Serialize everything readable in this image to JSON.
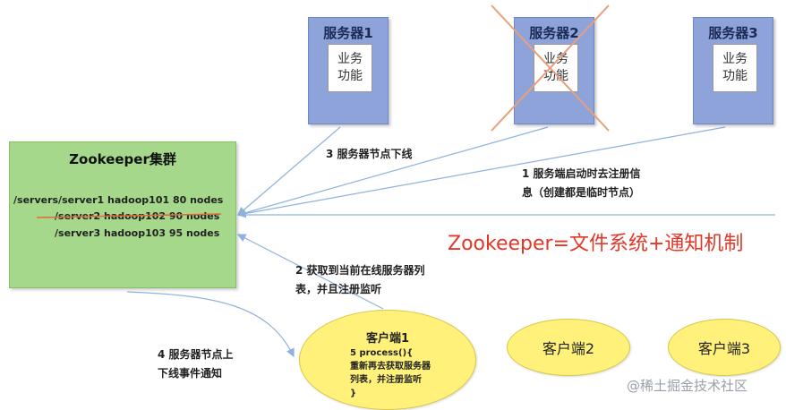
{
  "servers": [
    {
      "title": "服务器1",
      "inner_line1": "业务",
      "inner_line2": "功能"
    },
    {
      "title": "服务器2",
      "inner_line1": "业务",
      "inner_line2": "功能"
    },
    {
      "title": "服务器3",
      "inner_line1": "业务",
      "inner_line2": "功能"
    }
  ],
  "zookeeper": {
    "title": "Zookeeper集群",
    "entries": [
      "/servers/server1  hadoop101  80 nodes",
      "/server2  hadoop102  90 nodes",
      "/server3  hadoop103  95 nodes"
    ]
  },
  "labels": {
    "step1_line1": "1  服务端启动时去注册信",
    "step1_line2": "息（创建都是临时节点）",
    "step2_line1": "2  获取到当前在线服务器列",
    "step2_line2": "表，并且注册监听",
    "step3": "3  服务器节点下线",
    "step4_line1": "4  服务器节点上",
    "step4_line2": "下线事件通知"
  },
  "slogan": "Zookeeper=文件系统+通知机制",
  "clients": [
    {
      "name": "客户端1",
      "lines": [
        "5 process(){",
        "重新再去获取服务器",
        "列表，并注册监听",
        "}"
      ]
    },
    {
      "name": "客户端2"
    },
    {
      "name": "客户端3"
    }
  ],
  "watermark": "@稀土掘金技术社区",
  "colors": {
    "server": "#8ea3d9",
    "zookeeper": "#a5d88b",
    "client": "#fff17a",
    "slogan": "#e53626",
    "arrow": "#8fb3dc",
    "cross": "#e8a07a"
  }
}
